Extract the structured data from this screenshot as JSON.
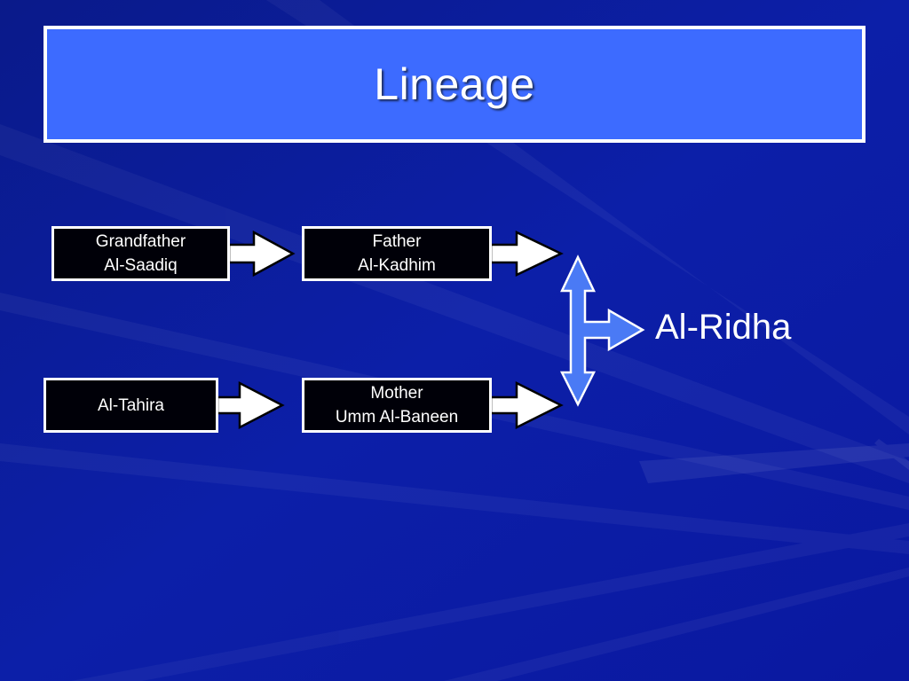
{
  "slide": {
    "title": "Lineage"
  },
  "diagram": {
    "nodes": [
      {
        "id": "grandfather",
        "line1": "Grandfather",
        "line2": "Al-Saadiq"
      },
      {
        "id": "father",
        "line1": "Father",
        "line2": "Al-Kadhim"
      },
      {
        "id": "grandmother",
        "line1": "Al-Tahira",
        "line2": ""
      },
      {
        "id": "mother",
        "line1": "Mother",
        "line2": "Umm Al-Baneen"
      }
    ],
    "result": "Al-Ridha"
  },
  "colors": {
    "background": "#0b1a9e",
    "title_fill": "#3d6bff",
    "node_fill": "#000008",
    "arrow_fill": "#ffffff",
    "connector_fill": "#4a7af5"
  }
}
